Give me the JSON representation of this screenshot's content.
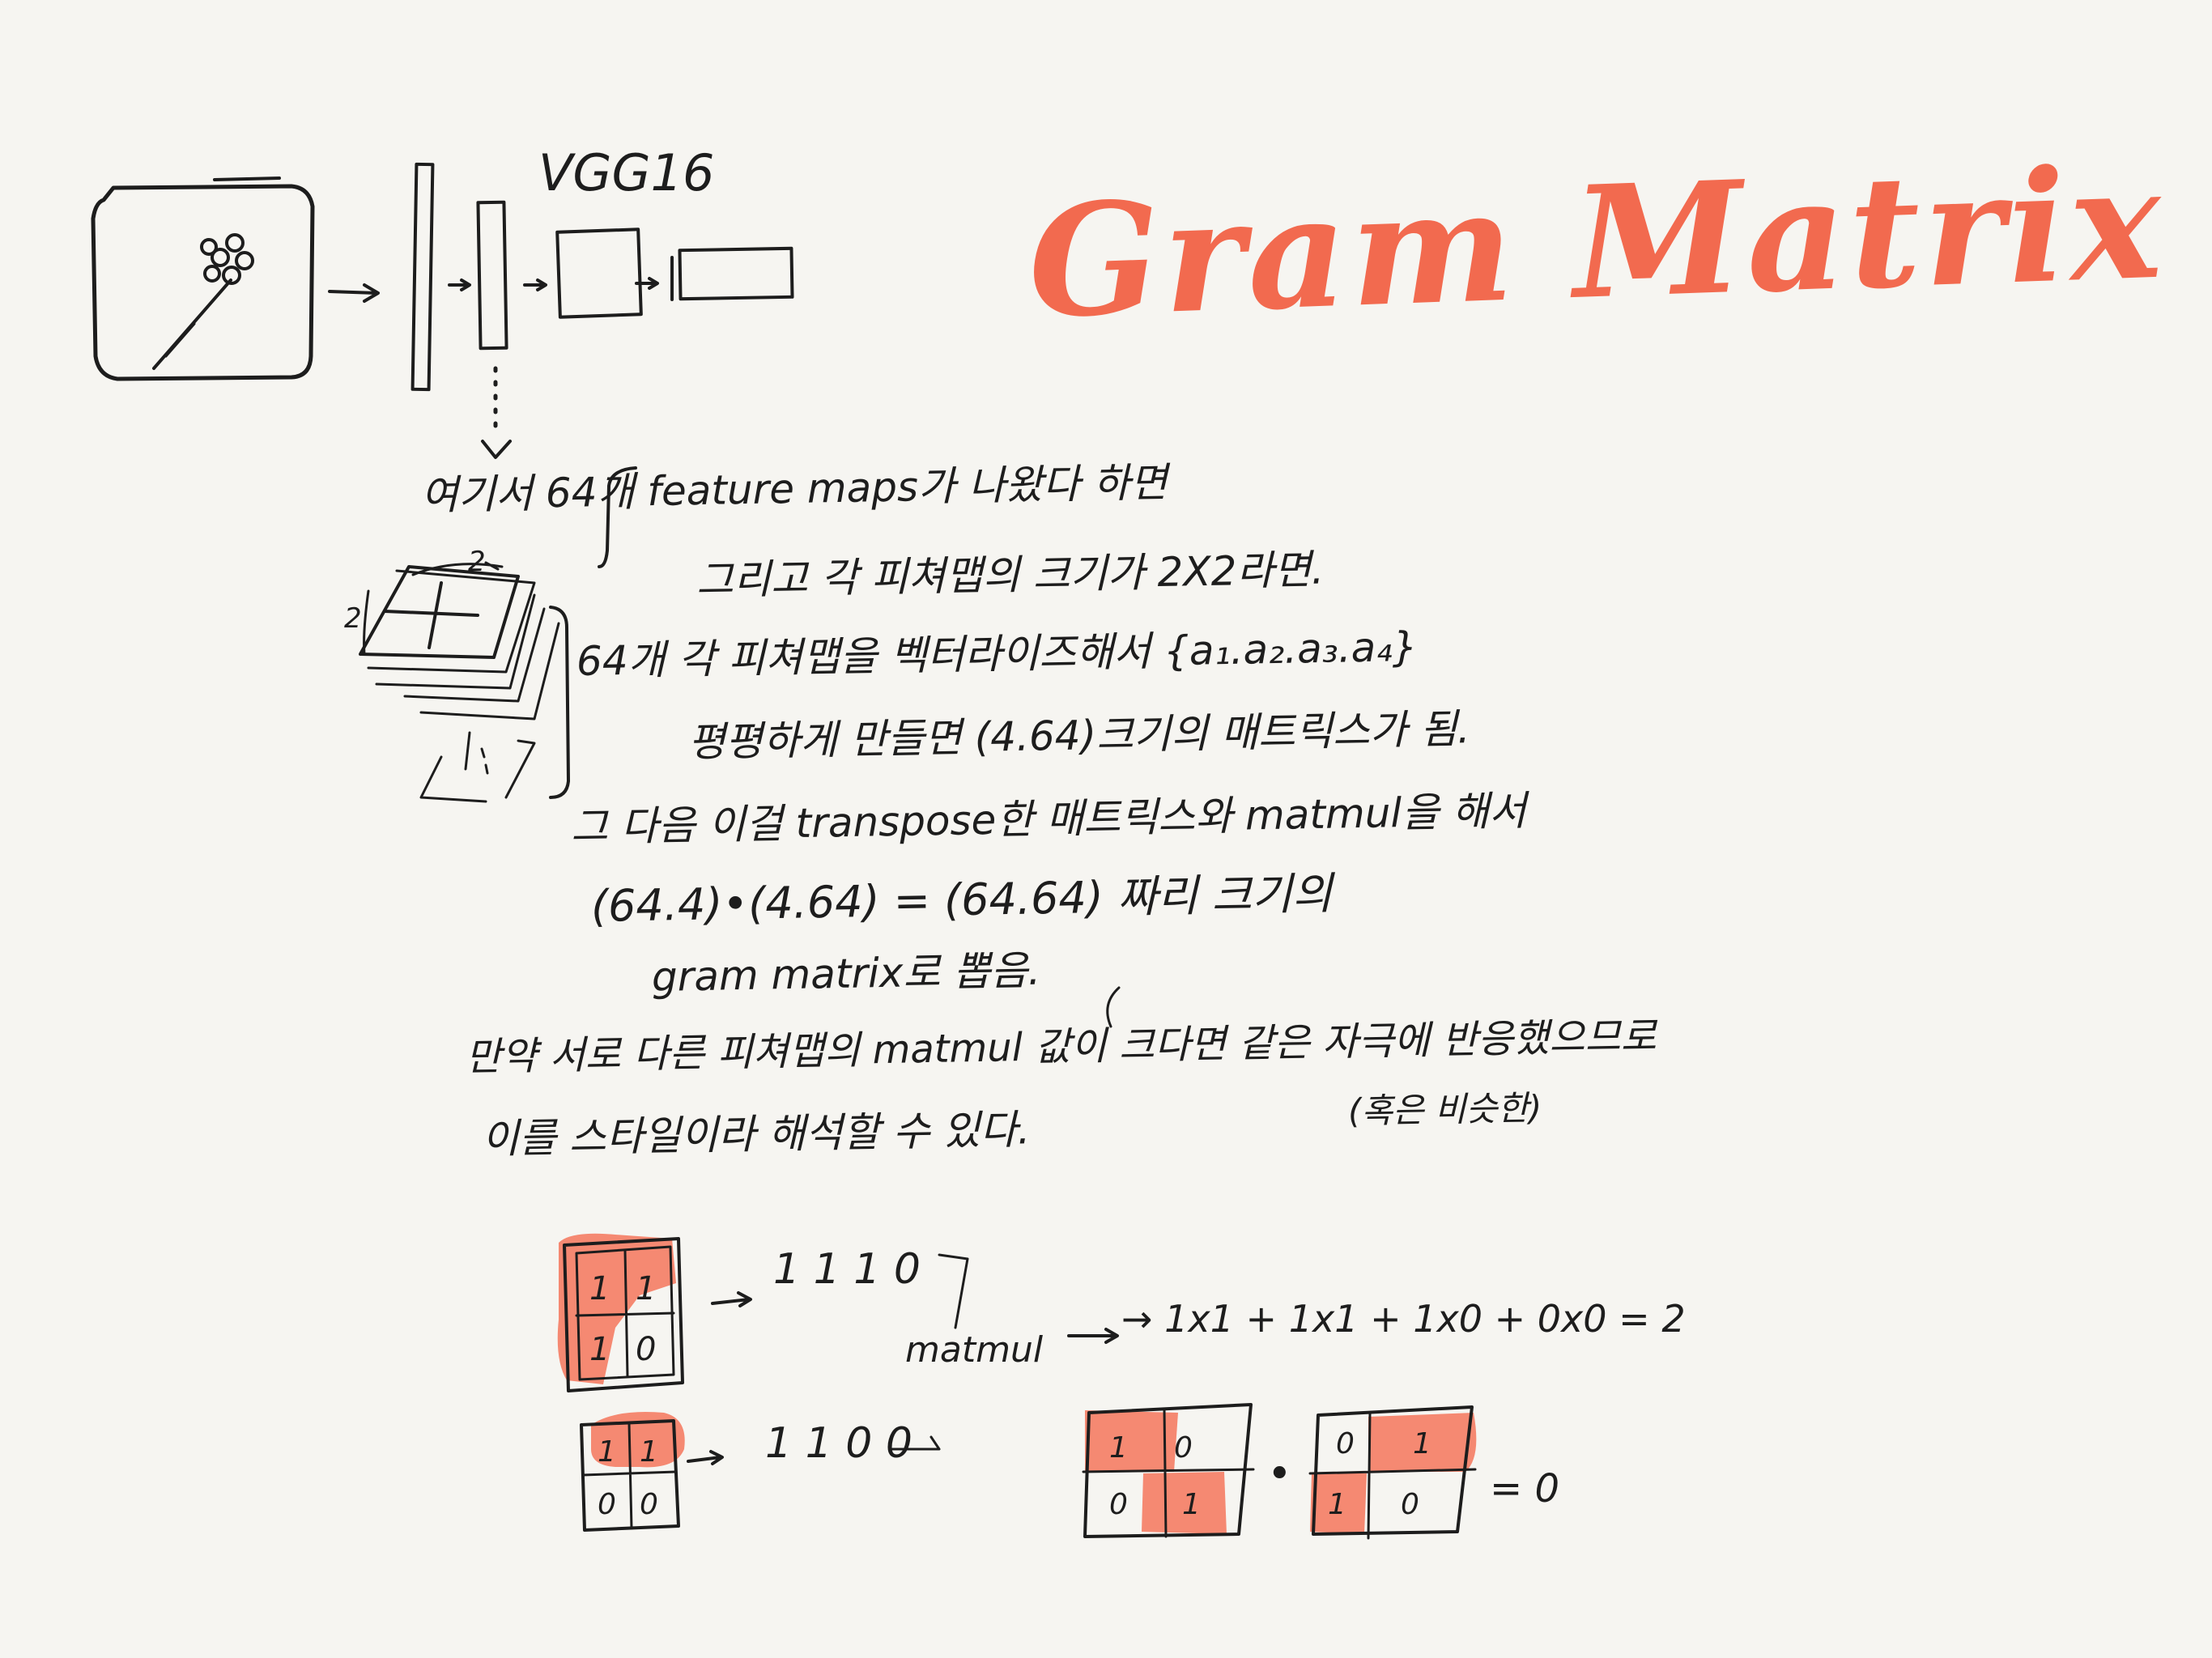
{
  "title": "Gram Matrix",
  "model_label": "VGG16",
  "notes": {
    "line1": "여기서 64개 feature maps가 나왔다 하면",
    "line2": "그리고 각 피쳐맵의 크기가 2X2라면.",
    "line3": "64개 각 피쳐맵을 벡터라이즈해서 {a₁.a₂.a₃.a₄}",
    "line4": "평평하게 만들면 (4.64)크기의 매트릭스가 됨.",
    "line5": "그 다음 이걸 transpose한 매트릭스와 matmul을 해서",
    "line6": "(64.4)•(4.64) = (64.64) 짜리 크기의",
    "line7": "gram matrix로 뽑음.",
    "line8": "만약 서로 다른 피쳐맵의 matmul 값이 크다면 같은 자극에 반응했으므로",
    "line9": "이를 스타일이라 해석할 수 있다.",
    "aside": "(혹은 비슷한)"
  },
  "stack_dims": {
    "width": "2",
    "height": "2"
  },
  "example": {
    "vector_a": "1 1 1 0",
    "vector_b": "1 1 0 0",
    "matmul_label": "matmul",
    "matmul_expr": "→ 1x1 + 1x1 + 1x0 + 0x0 = 2",
    "grid_a": [
      "1",
      "1",
      "1",
      "0"
    ],
    "grid_b": [
      "1",
      "1",
      "0",
      "0"
    ],
    "grid_c": [
      "1",
      "0",
      "0",
      "1"
    ],
    "grid_d": [
      "0",
      "1",
      "1",
      "0"
    ],
    "dot": "•",
    "equals_zero": "= 0"
  },
  "colors": {
    "accent": "#f26a4f",
    "highlight": "#f4755c",
    "ink": "#1d1d1d",
    "paper": "#f6f5f1"
  }
}
